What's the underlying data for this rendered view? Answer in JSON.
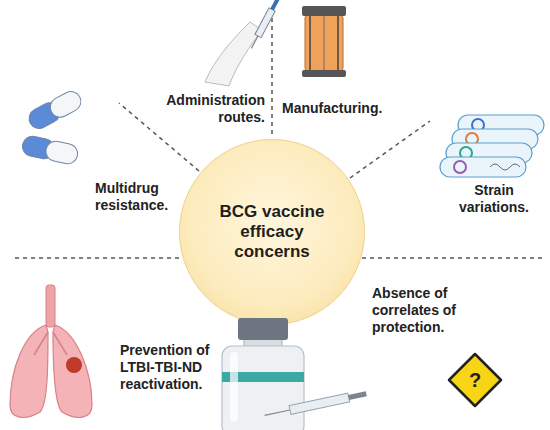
{
  "diagram": {
    "nodes": [
      {
        "text": [
          "BCG vaccine efficacy concerns"
        ]
      }
    ],
    "labels": [
      "Administration routes.",
      "Manufacturing.",
      "Strain variations.",
      "Absence of correlates of protection.",
      "Prevention of LTBI-TBI-ND reactivation.",
      "Multidrug resistance.",
      "?"
    ]
  }
}
